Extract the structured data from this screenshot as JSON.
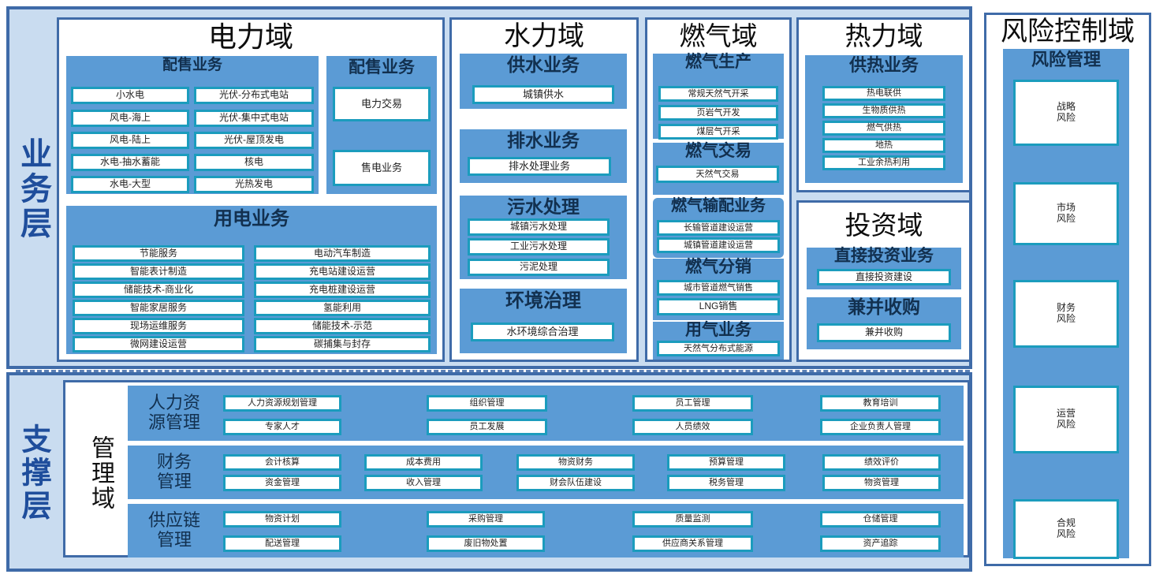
{
  "layers": {
    "business": {
      "label": "业务层"
    },
    "support": {
      "label": "支撑层"
    }
  },
  "management_domain_side_label": "管理域",
  "domains": [
    {
      "id": "power",
      "title": "电力域",
      "groups": [
        {
          "id": "power-distribution-sales",
          "title": "配售业务",
          "items": [
            "小水电",
            "光伏-分布式电站",
            "风电-海上",
            "光伏-集中式电站",
            "风电-陆上",
            "光伏-屋顶发电",
            "水电-抽水蓄能",
            "核电",
            "水电-大型",
            "光热发电"
          ]
        },
        {
          "id": "power-sales",
          "title": "配售业务",
          "items": [
            "电力交易",
            "售电业务"
          ]
        },
        {
          "id": "power-consumption",
          "title": "用电业务",
          "items": [
            "节能服务",
            "电动汽车制造",
            "智能表计制造",
            "充电站建设运营",
            "储能技术-商业化",
            "充电桩建设运营",
            "智能家居服务",
            "氢能利用",
            "现场运维服务",
            "储能技术-示范",
            "微网建设运营",
            "碳捕集与封存"
          ]
        }
      ]
    },
    {
      "id": "water",
      "title": "水力域",
      "groups": [
        {
          "id": "water-supply",
          "title": "供水业务",
          "items": [
            "城镇供水"
          ]
        },
        {
          "id": "water-drainage",
          "title": "排水业务",
          "items": [
            "排水处理业务"
          ]
        },
        {
          "id": "water-sewage",
          "title": "污水处理",
          "items": [
            "城镇污水处理",
            "工业污水处理",
            "污泥处理"
          ]
        },
        {
          "id": "water-environment",
          "title": "环境治理",
          "items": [
            "水环境综合治理"
          ]
        }
      ]
    },
    {
      "id": "gas",
      "title": "燃气域",
      "groups": [
        {
          "id": "gas-production",
          "title": "燃气生产",
          "items": [
            "常规天然气开采",
            "页岩气开发",
            "煤层气开采"
          ]
        },
        {
          "id": "gas-trading",
          "title": "燃气交易",
          "items": [
            "天然气交易"
          ]
        },
        {
          "id": "gas-transport",
          "title": "燃气输配业务",
          "items": [
            "长输管道建设运营",
            "城镇管道建设运营"
          ]
        },
        {
          "id": "gas-distribution",
          "title": "燃气分销",
          "items": [
            "城市管道燃气销售",
            "LNG销售"
          ]
        },
        {
          "id": "gas-usage",
          "title": "用气业务",
          "items": [
            "天然气分布式能源"
          ]
        }
      ]
    },
    {
      "id": "heat",
      "title": "热力域",
      "groups": [
        {
          "id": "heat-supply",
          "title": "供热业务",
          "items": [
            "热电联供",
            "生物质供热",
            "燃气供热",
            "地热",
            "工业余热利用"
          ]
        }
      ]
    },
    {
      "id": "investment",
      "title": "投资域",
      "groups": [
        {
          "id": "direct-investment",
          "title": "直接投资业务",
          "items": [
            "直接投资建设"
          ]
        },
        {
          "id": "merger-acquisition",
          "title": "兼并收购",
          "items": [
            "兼并收购"
          ]
        }
      ]
    },
    {
      "id": "risk",
      "title": "风险控制域",
      "groups": [
        {
          "id": "risk-management",
          "title": "风险管理",
          "items": [
            "战略\n风险",
            "市场\n风险",
            "财务\n风险",
            "运营\n风险",
            "合规\n风险"
          ]
        }
      ]
    }
  ],
  "support_rows": [
    {
      "id": "hr",
      "label": "人力资\n源管理",
      "items": [
        "人力资源规划管理",
        "组织管理",
        "员工管理",
        "教育培训",
        "专家人才",
        "员工发展",
        "人员绩效",
        "企业负责人管理"
      ]
    },
    {
      "id": "finance",
      "label": "财务\n管理",
      "items": [
        "会计核算",
        "成本费用",
        "物资财务",
        "预算管理",
        "绩效评价",
        "资金管理",
        "收入管理",
        "财会队伍建设",
        "税务管理",
        "物资管理"
      ]
    },
    {
      "id": "supply-chain",
      "label": "供应链\n管理",
      "items": [
        "物资计划",
        "采购管理",
        "质量监测",
        "仓储管理",
        "配送管理",
        "废旧物处置",
        "供应商关系管理",
        "资产追踪"
      ]
    }
  ],
  "colors": {
    "frame_border": "#3f6ba8",
    "frame_fill": "#c9dcf0",
    "group_blue": "#5b9bd5",
    "item_border": "#1b9cbd",
    "layer_label_text": "#1f4e9c"
  }
}
